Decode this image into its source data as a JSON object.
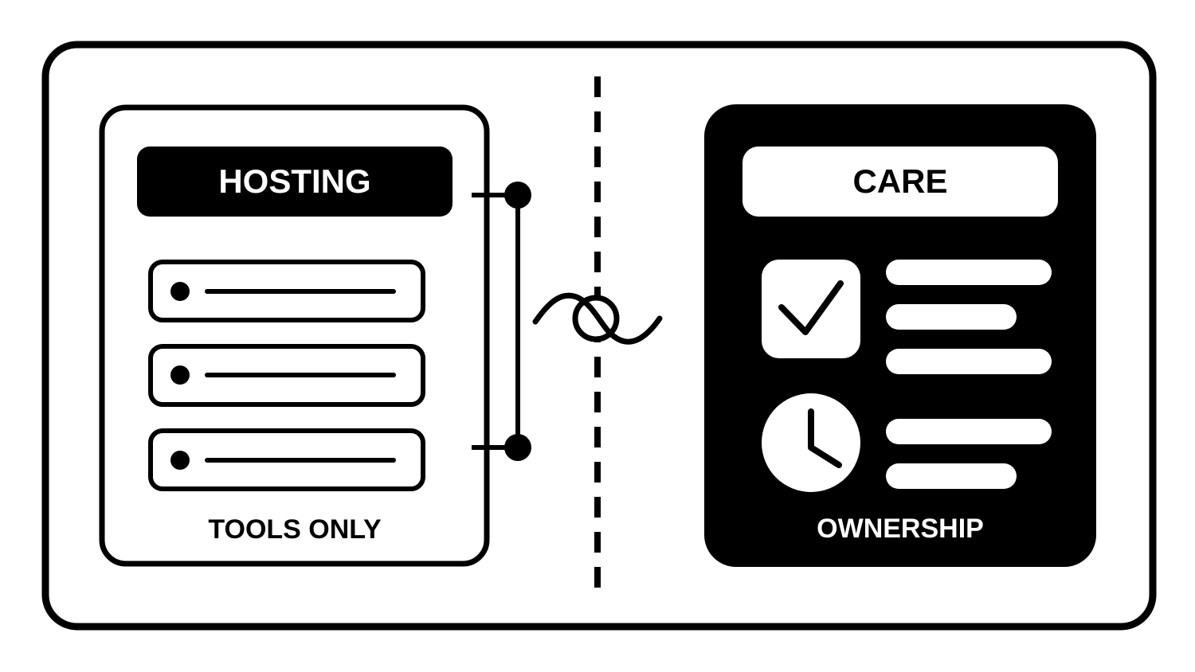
{
  "hosting": {
    "title": "HOSTING",
    "caption": "TOOLS ONLY"
  },
  "care": {
    "title": "CARE",
    "caption": "OWNERSHIP"
  },
  "colors": {
    "ink": "#000000",
    "paper": "#ffffff"
  },
  "icons": {
    "hosting_items": [
      "server-row-icon",
      "server-row-icon",
      "server-row-icon"
    ],
    "care_items": [
      "checkmark-icon",
      "clock-icon"
    ],
    "divider": "tangle-knot-icon"
  }
}
